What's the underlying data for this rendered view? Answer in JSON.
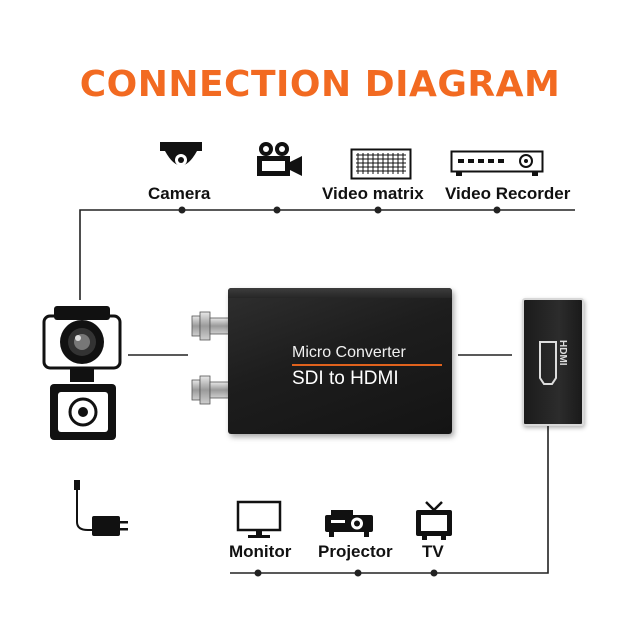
{
  "title": "CONNECTION DIAGRAM",
  "inputs": [
    {
      "label": "Camera",
      "icon": "dome-camera-icon"
    },
    {
      "label": "",
      "icon": "video-camera-icon"
    },
    {
      "label": "Video matrix",
      "icon": "video-matrix-icon"
    },
    {
      "label": "Video Recorder",
      "icon": "video-recorder-icon"
    }
  ],
  "converter": {
    "line1": "Micro Converter",
    "line2": "SDI to HDMI"
  },
  "hdmi_adapter": {
    "label": "HDMI"
  },
  "outputs": [
    {
      "label": "Monitor",
      "icon": "monitor-icon"
    },
    {
      "label": "Projector",
      "icon": "projector-icon"
    },
    {
      "label": "TV",
      "icon": "tv-icon"
    }
  ],
  "colors": {
    "accent": "#f26a21",
    "device": "#1d1d1d",
    "line": "#222222"
  }
}
